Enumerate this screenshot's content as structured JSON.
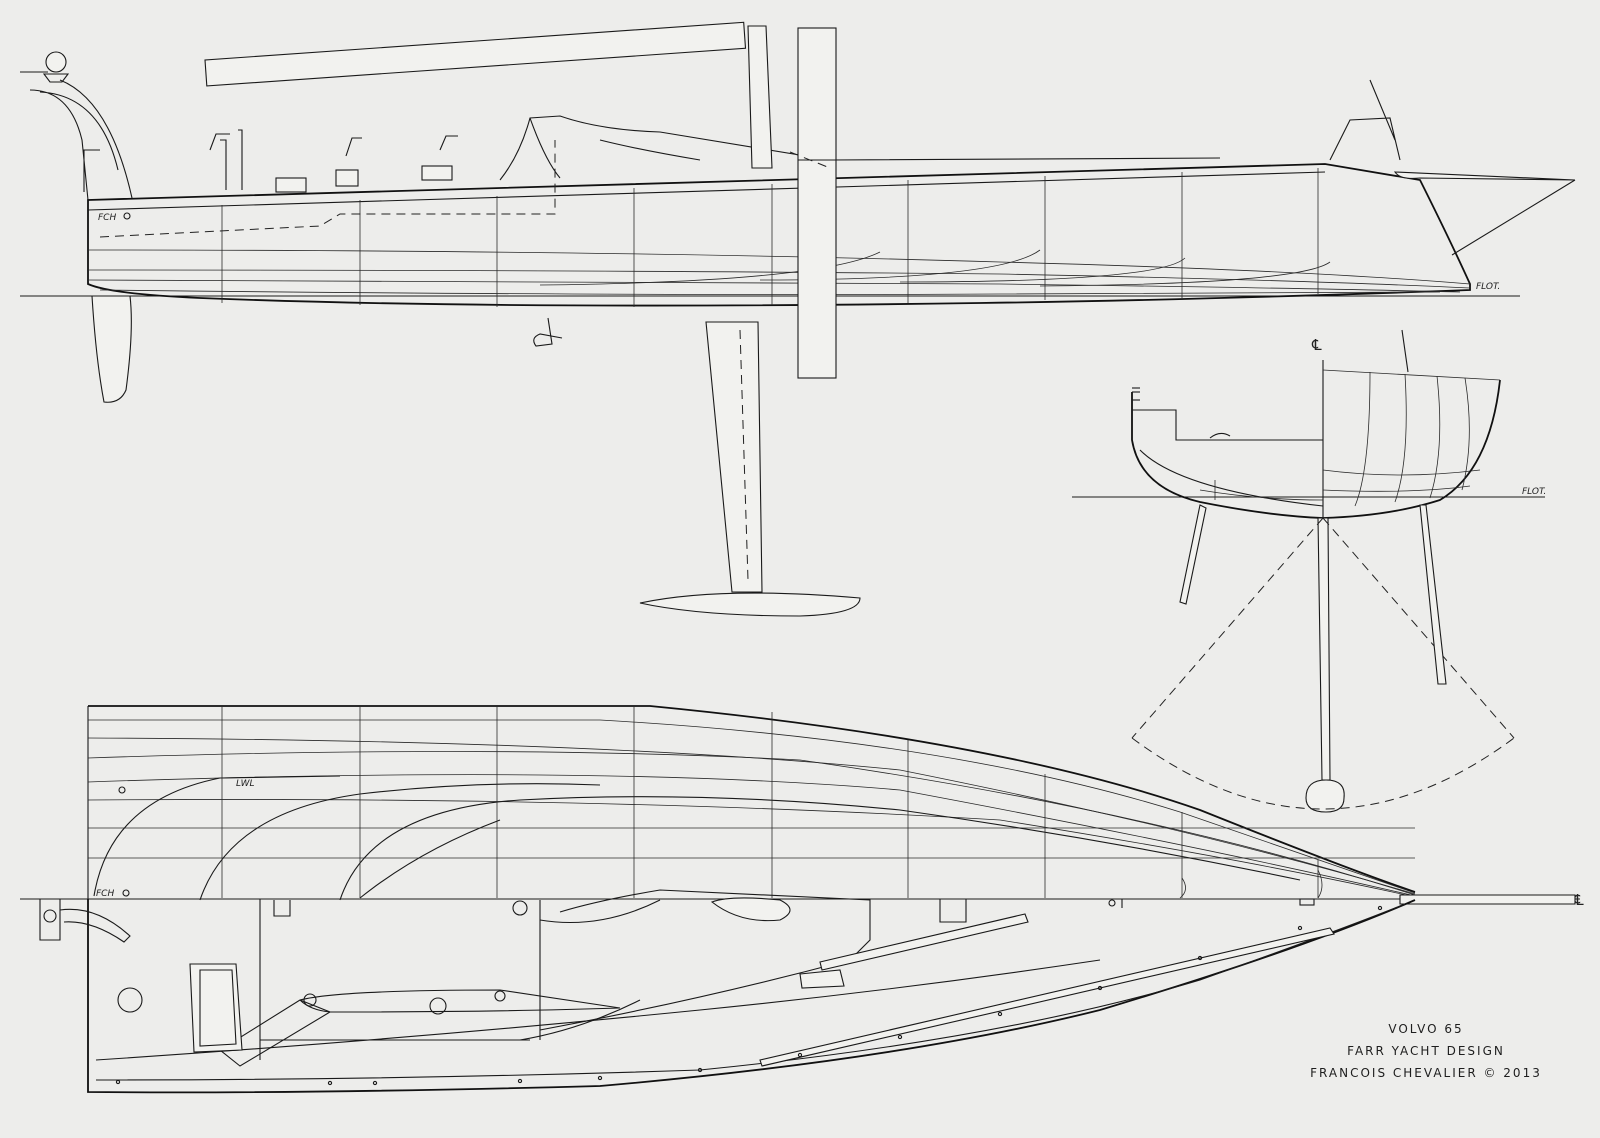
{
  "title_block": {
    "line1": "VOLVO 65",
    "line2": "FARR YACHT DESIGN",
    "line3": "FRANCOIS CHEVALIER © 2013"
  },
  "annotations": {
    "signature_profile": "FCH",
    "signature_plan": "FCH",
    "waterline_profile": "FLOT.",
    "waterline_section": "FLOT.",
    "lwl_label": "LWL",
    "centerline_symbol_section": "℄",
    "centerline_symbol_plan": "℄"
  }
}
